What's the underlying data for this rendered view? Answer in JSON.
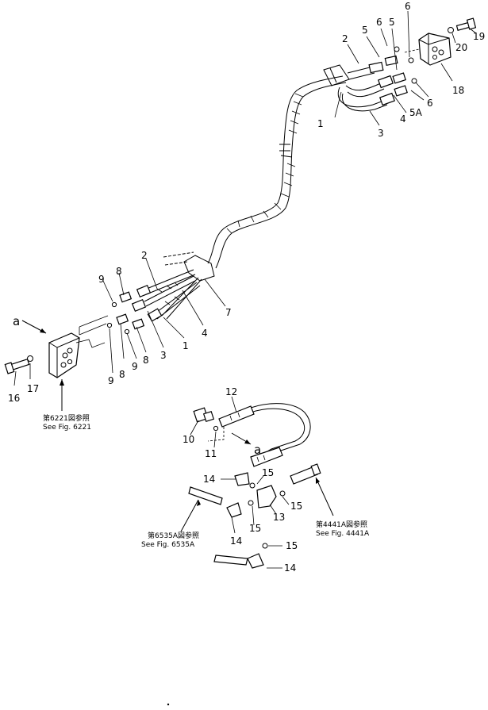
{
  "callouts": {
    "c1_top": "1",
    "c2_top": "2",
    "c3_top": "3",
    "c4_top": "4",
    "c5_top": "5",
    "c5_top_b": "5",
    "c5a": "5A",
    "c6_a": "6",
    "c6_b": "6",
    "c6_c": "6",
    "c18": "18",
    "c19": "19",
    "c20": "20",
    "c7": "7",
    "c2_mid": "2",
    "c1_mid": "1",
    "c3_mid": "3",
    "c4_mid": "4",
    "c8_a": "8",
    "c8_b": "8",
    "c8_c": "8",
    "c9_a": "9",
    "c9_b": "9",
    "c9_c": "9",
    "c16": "16",
    "c17": "17",
    "ca_left": "a",
    "c12": "12",
    "c10": "10",
    "c11": "11",
    "ca_bottom": "a",
    "c14_a": "14",
    "c14_b": "14",
    "c14_c": "14",
    "c15_a": "15",
    "c15_b": "15",
    "c15_c": "15",
    "c15_d": "15",
    "c13": "13"
  },
  "references": {
    "fig6221_jp": "第6221図参照",
    "fig6221_en": "See Fig. 6221",
    "fig6535a_jp": "第6535A図参照",
    "fig6535a_en": "See Fig. 6535A",
    "fig4441a_jp": "第4441A図参照",
    "fig4441a_en": "See Fig. 4441A"
  }
}
